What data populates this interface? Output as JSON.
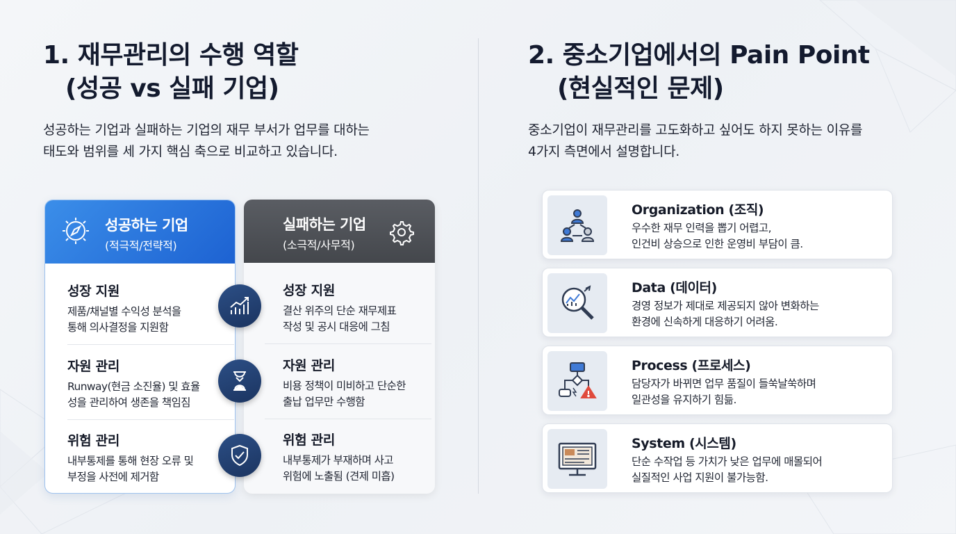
{
  "left": {
    "title_line1": "1. 재무관리의 수행 역할",
    "title_line2": "(성공 vs 실패 기업)",
    "desc_line1": "성공하는 기업과 실패하는 기업의 재무 부서가 업무를 대하는",
    "desc_line2": "태도와 범위를 세 가지 핵심 축으로 비교하고 있습니다.",
    "success": {
      "title": "성공하는 기업",
      "subtitle": "(적극적/전략적)",
      "icon": "compass-icon",
      "items": [
        {
          "title": "성장 지원",
          "desc1": "제품/채널별 수익성 분석을",
          "desc2": "통해 의사결정을 지원함"
        },
        {
          "title": "자원 관리",
          "desc1": "Runway(현금 소진율) 및 효율",
          "desc2": "성을 관리하여 생존을 책임짐"
        },
        {
          "title": "위험 관리",
          "desc1": "내부통제를 통해 현장 오류 및",
          "desc2": "부정을 사전에 제거함"
        }
      ]
    },
    "fail": {
      "title": "실패하는 기업",
      "subtitle": "(소극적/사무적)",
      "icon": "gears-icon",
      "items": [
        {
          "title": "성장 지원",
          "desc1": "결산 위주의 단순 재무제표",
          "desc2": "작성 및 공시 대응에 그침"
        },
        {
          "title": "자원 관리",
          "desc1": "비용 정책이 미비하고 단순한",
          "desc2": "출납 업무만 수행함"
        },
        {
          "title": "위험 관리",
          "desc1": "내부통제가 부재하며 사고",
          "desc2": "위험에 노출됨 (견제 미흡)"
        }
      ]
    },
    "mid_icons": [
      "growth-chart-icon",
      "hourglass-icon",
      "shield-check-icon"
    ]
  },
  "right": {
    "title_line1": "2. 중소기업에서의 Pain Point",
    "title_line2": "(현실적인 문제)",
    "desc_line1": "중소기업이 재무관리를 고도화하고 싶어도 하지 못하는 이유를",
    "desc_line2": "4가지 측면에서 설명합니다.",
    "items": [
      {
        "title": "Organization (조직)",
        "desc1": "우수한 재무 인력을 뽑기 어렵고,",
        "desc2": "인건비 상승으로 인한 운영비 부담이 큼.",
        "icon": "team-icon"
      },
      {
        "title": "Data (데이터)",
        "desc1": "경영 정보가 제대로 제공되지 않아 변화하는",
        "desc2": "환경에 신속하게 대응하기 어려움.",
        "icon": "magnifier-chart-icon"
      },
      {
        "title": "Process (프로세스)",
        "desc1": "담당자가 바뀌면 업무 품질이 들쑥날쑥하며",
        "desc2": "일관성을 유지하기 힘듦.",
        "icon": "flowchart-warning-icon"
      },
      {
        "title": "System (시스템)",
        "desc1": "단순 수작업 등 가치가 낮은 업무에 매몰되어",
        "desc2": "실질적인 사업 지원이 불가능함.",
        "icon": "monitor-icon"
      }
    ]
  }
}
